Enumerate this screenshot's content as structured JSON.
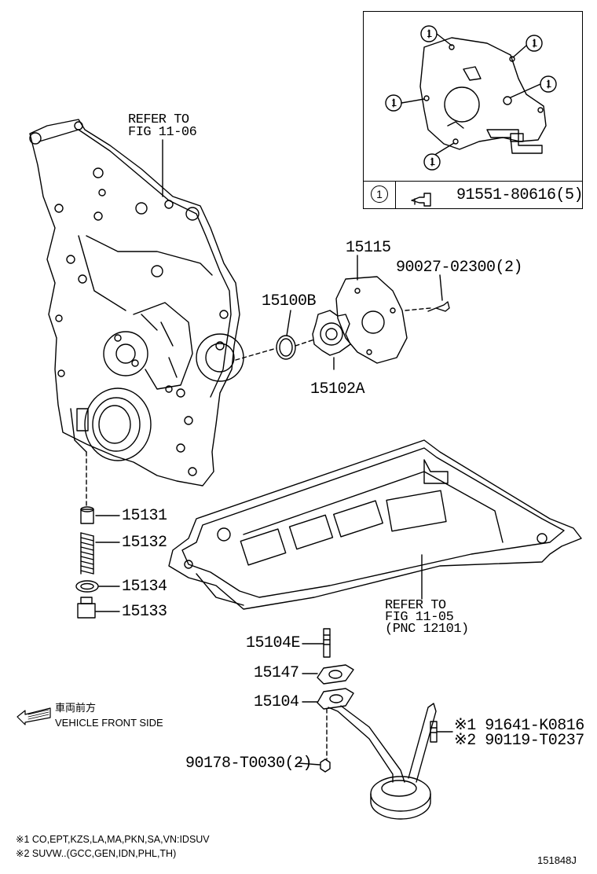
{
  "inset": {
    "callout_symbol": "1",
    "part_number": "91551-80616(5)"
  },
  "labels": {
    "refer_top_line1": "REFER TO",
    "refer_top_line2": "FIG 11-06",
    "p15115": "15115",
    "p90027": "90027-02300(2)",
    "p15100B": "15100B",
    "p15102A": "15102A",
    "p15131": "15131",
    "p15132": "15132",
    "p15134": "15134",
    "p15133": "15133",
    "refer_bottom_line1": "REFER TO",
    "refer_bottom_line2": "FIG 11-05",
    "refer_bottom_line3": "(PNC 12101)",
    "p15104E": "15104E",
    "p15147": "15147",
    "p15104": "15104",
    "p90178": "90178-T0030(2)",
    "p91641": "※1 91641-K0816",
    "p90119": "※2 90119-T0237"
  },
  "direction": {
    "jp": "車両前方",
    "en": "VEHICLE FRONT SIDE"
  },
  "footnotes": {
    "note1": "※1 CO,EPT,KZS,LA,MA,PKN,SA,VN:IDSUV",
    "note2": "※2 SUVW..(GCC,GEN,IDN,PHL,TH)"
  },
  "figure_id": "151848J"
}
